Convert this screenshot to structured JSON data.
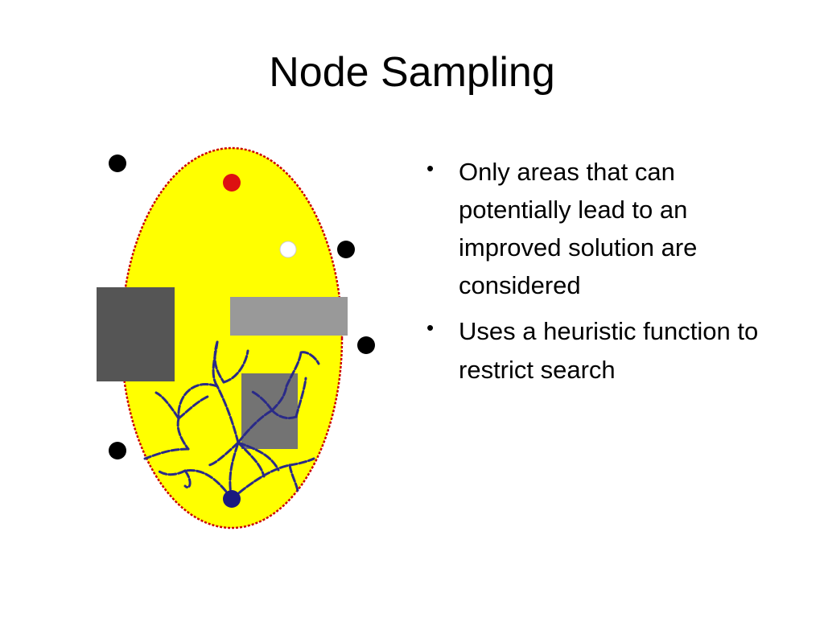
{
  "slide": {
    "title": "Node Sampling",
    "bullets": [
      {
        "text": "Only areas that can potentially lead to an improved solution are considered"
      },
      {
        "text": "Uses a heuristic function to restrict search"
      }
    ],
    "bullet_symbol": "•"
  },
  "diagram": {
    "colors": {
      "region_fill": "#ffff00",
      "region_border": "#cc0000",
      "goal_node": "#dd1111",
      "start_node": "#1a1a80",
      "candidate_node": "#ffffff",
      "outside_node": "#000000",
      "obstacle_dark": "#555555",
      "obstacle_light": "#999999",
      "obstacle_mid": "#737373",
      "tree_branch": "#2a2a88"
    }
  }
}
